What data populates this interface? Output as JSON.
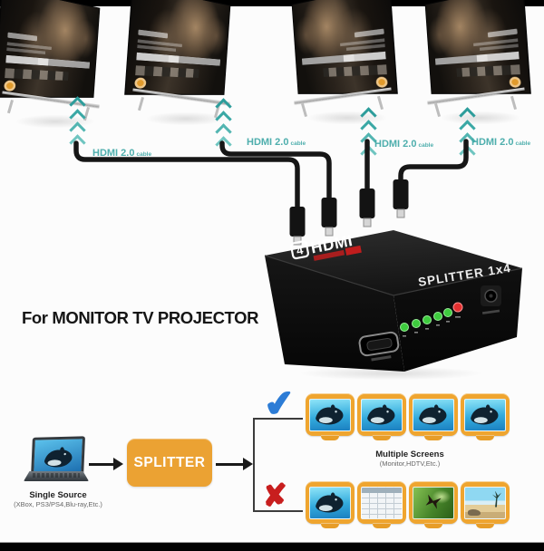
{
  "colors": {
    "teal_accent": "#3FA8A6",
    "orange_accent": "#ECA233",
    "check_blue": "#2C7CD6",
    "cross_red": "#C81E1E",
    "led_green": "#3ECB3E",
    "led_red": "#E23030",
    "logo_red": "#C01D1D",
    "cable_black": "#161616"
  },
  "top_monitors": {
    "count": 4,
    "cable_label": {
      "text": "HDMI 2.0",
      "suffix": "cable"
    }
  },
  "splitter_box": {
    "logo_badge": "4",
    "logo_brand": "HDMI",
    "model_label": "SPLITTER 1x4",
    "leds": {
      "green_count": 5,
      "red_count": 1
    }
  },
  "headline": {
    "text": "For MONITOR TV PROJECTOR"
  },
  "flow_diagram": {
    "source": {
      "title": "Single Source",
      "subtitle": "(XBox, PS3/PS4,Blu-ray,Etc.)"
    },
    "splitter_label": "SPLITTER",
    "check_mark": "✔",
    "cross_mark": "✘",
    "multiple_screens": {
      "title": "Multiple Screens",
      "subtitle": "(Monitor,HDTV,Etc.)"
    }
  }
}
